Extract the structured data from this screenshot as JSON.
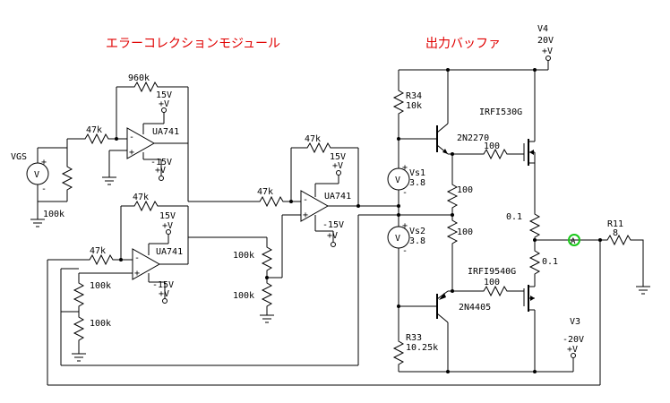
{
  "titles": {
    "module": "エラーコレクションモジュール",
    "buffer": "出力バッファ"
  },
  "opamps": [
    {
      "model": "UA741",
      "vpos": "15V",
      "vpos_sym": "+V",
      "vneg": "-15V",
      "vneg_sym": "+V"
    },
    {
      "model": "UA741",
      "vpos": "15V",
      "vpos_sym": "+V",
      "vneg": "-15V",
      "vneg_sym": "+V"
    },
    {
      "model": "UA741",
      "vpos": "15V",
      "vpos_sym": "+V",
      "vneg": "-15V",
      "vneg_sym": "+V"
    }
  ],
  "resistors": {
    "r960k": "960k",
    "r47k_a": "47k",
    "r47k_b": "47k",
    "r47k_c": "47k",
    "r47k_d": "47k",
    "r47k_e": "47k",
    "r100k_vgs": "100k",
    "r100k_1": "100k",
    "r100k_2": "100k",
    "r100k_3": "100k",
    "r100k_4": "100k",
    "r34_name": "R34",
    "r34_val": "10k",
    "r33_name": "R33",
    "r33_val": "10.25k",
    "r100_top": "100",
    "r100_bot": "100",
    "r100_g1": "100",
    "r100_g2": "100",
    "r01_top": "0.1",
    "r01_bot": "0.1",
    "r11_name": "R11",
    "r11_val": "8"
  },
  "sources": {
    "vgs": "VGS",
    "vs1_name": "Vs1",
    "vs1_val": "3.8",
    "vs2_name": "Vs2",
    "vs2_val": "3.8",
    "v4_name": "V4",
    "v4_val": "20V",
    "v4_sym": "+V",
    "v3_name": "V3",
    "v3_val": "-20V",
    "v3_sym": "+V",
    "plus": "+",
    "minus": "-",
    "meter": "V"
  },
  "transistors": {
    "q_npn": "2N2270",
    "q_pnp": "2N4405",
    "m_n": "IRFI530G",
    "m_p": "IRFI9540G"
  },
  "probe": {
    "label": "A",
    "color": "#19c819"
  },
  "colors": {
    "wire": "#000000",
    "title": "#e00000"
  }
}
